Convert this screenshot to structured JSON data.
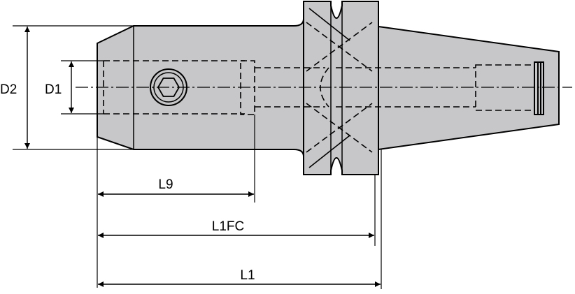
{
  "dimensions": {
    "d2": "D2",
    "d1": "D1",
    "l9": "L9",
    "l1fc": "L1FC",
    "l1": "L1"
  },
  "colors": {
    "body_fill": "#c7c7c9",
    "line": "#000000",
    "background": "#ffffff"
  },
  "icons": {
    "set_screw": "hex-socket-screw-icon"
  }
}
